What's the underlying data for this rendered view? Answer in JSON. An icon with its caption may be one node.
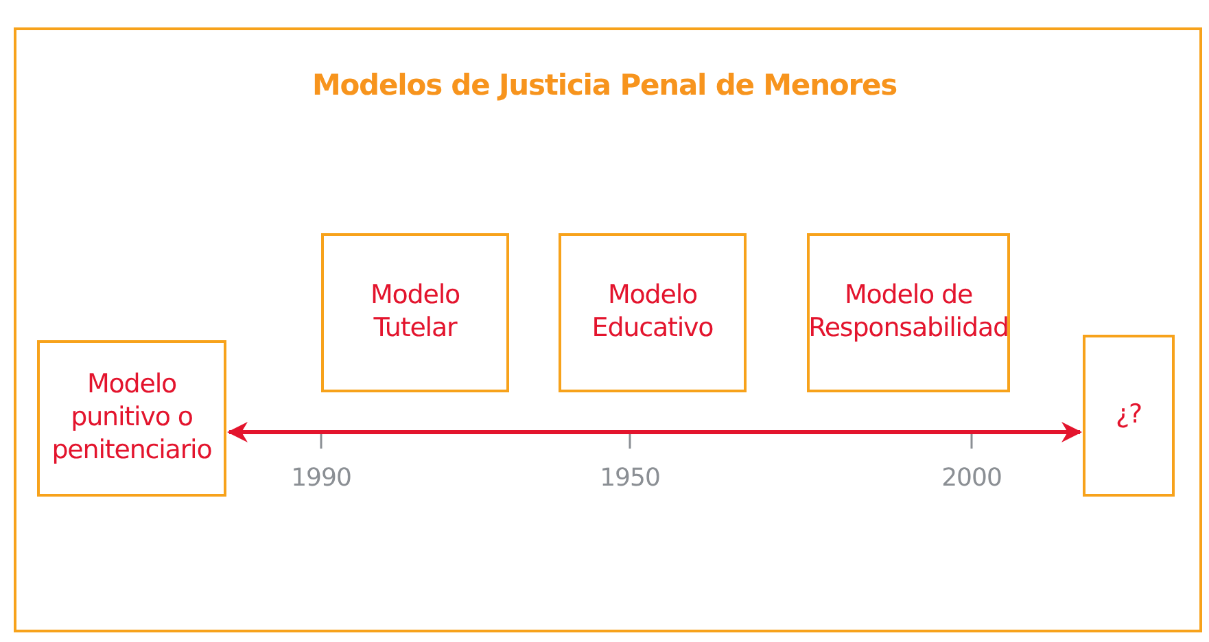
{
  "diagram": {
    "title": "Modelos de Justicia Penal de Menores",
    "nodes": [
      {
        "text": [
          "Modelo punitivo o penitenciario"
        ]
      },
      {
        "text": [
          "Modelo Tutelar"
        ]
      },
      {
        "text": [
          "Modelo Educativo"
        ]
      },
      {
        "text": [
          "Modelo de Responsabilidad"
        ]
      },
      {
        "text": [
          "¿?"
        ]
      }
    ],
    "edges": [
      {
        "from": 0,
        "to": 4,
        "arrow": "both",
        "color": "#e3142d"
      }
    ],
    "labels": [
      "1990",
      "1950",
      "2000"
    ]
  }
}
